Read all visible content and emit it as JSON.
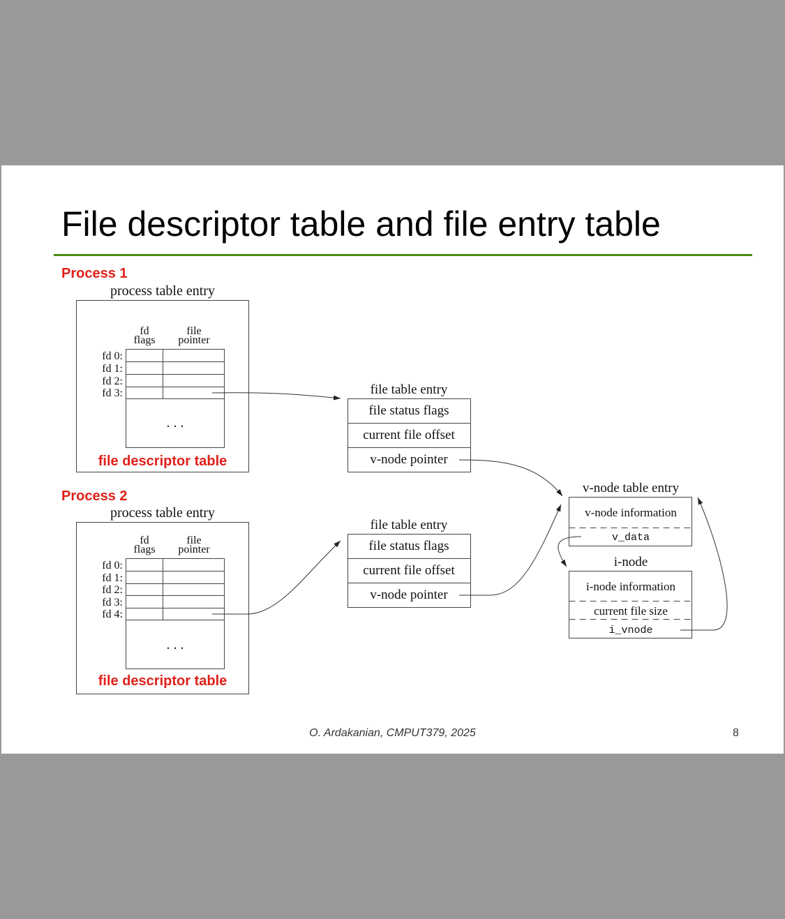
{
  "slide": {
    "title": "File descriptor table and file entry table",
    "accent_color": "#4a8a12",
    "label_color": "#e0201a",
    "footer_credit": "O. Ardakanian, CMPUT379, 2025",
    "page_number": "8"
  },
  "process1": {
    "label": "Process 1",
    "entry_title": "process table entry",
    "col_flags": [
      "fd",
      "flags"
    ],
    "col_pointer": [
      "file",
      "pointer"
    ],
    "fd_rows": [
      "fd 0:",
      "fd 1:",
      "fd 2:",
      "fd 3:"
    ],
    "ellipsis": ". . .",
    "table_label": "file descriptor table"
  },
  "process2": {
    "label": "Process 2",
    "entry_title": "process table entry",
    "col_flags": [
      "fd",
      "flags"
    ],
    "col_pointer": [
      "file",
      "pointer"
    ],
    "fd_rows": [
      "fd 0:",
      "fd 1:",
      "fd 2:",
      "fd 3:",
      "fd 4:"
    ],
    "ellipsis": ". . .",
    "table_label": "file descriptor table"
  },
  "file_table_1": {
    "title": "file table entry",
    "rows": [
      "file status flags",
      "current file offset",
      "v-node pointer"
    ]
  },
  "file_table_2": {
    "title": "file table entry",
    "rows": [
      "file status flags",
      "current file offset",
      "v-node pointer"
    ]
  },
  "vnode": {
    "title": "v-node table entry",
    "info": "v-node information",
    "field": "v_data"
  },
  "inode": {
    "title": "i-node",
    "info": "i-node information",
    "size": "current file size",
    "field": "i_vnode"
  }
}
